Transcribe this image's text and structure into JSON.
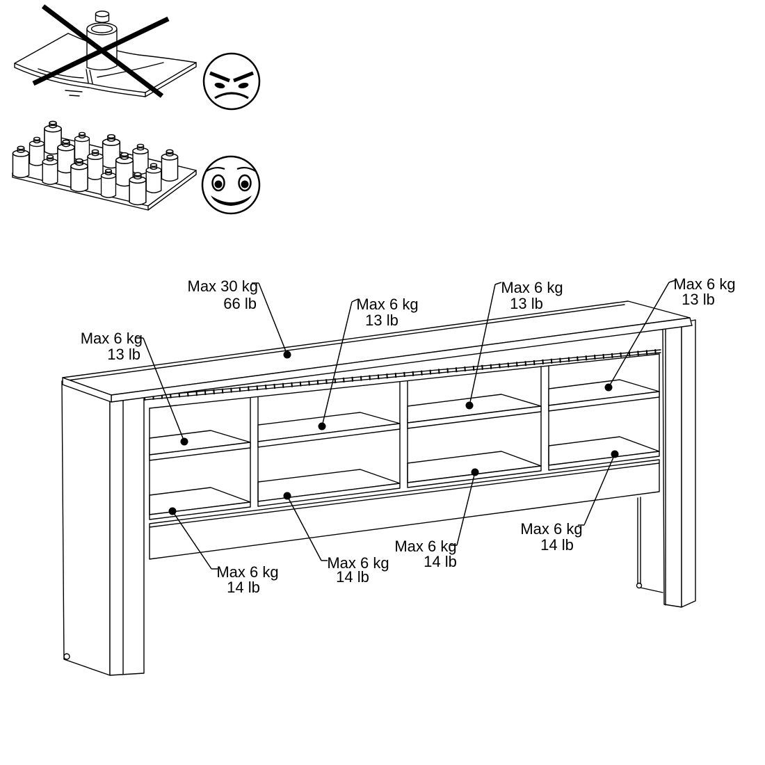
{
  "page": {
    "background": "#ffffff",
    "ink": "#000000"
  },
  "warning_section": {
    "incorrect_example": {
      "symbol": "angry-face",
      "pictogram": "single-heavy-weight-bending-shelf",
      "crossed_out": true
    },
    "correct_example": {
      "symbol": "happy-face",
      "pictogram": "many-small-weights-distributed-on-shelf",
      "crossed_out": false
    }
  },
  "callouts": [
    {
      "id": "top-panel",
      "line1": "Max 30 kg",
      "line2": "66 lb"
    },
    {
      "id": "upper-shelf-1",
      "line1": "Max 6 kg",
      "line2": "13 lb"
    },
    {
      "id": "upper-shelf-2",
      "line1": "Max 6 kg",
      "line2": "13 lb"
    },
    {
      "id": "upper-shelf-3",
      "line1": "Max 6 kg",
      "line2": "13 lb"
    },
    {
      "id": "upper-shelf-4",
      "line1": "Max 6 kg",
      "line2": "13 lb"
    },
    {
      "id": "lower-shelf-1",
      "line1": "Max 6 kg",
      "line2": "14 lb"
    },
    {
      "id": "lower-shelf-2",
      "line1": "Max 6 kg",
      "line2": "14 lb"
    },
    {
      "id": "lower-shelf-3",
      "line1": "Max 6 kg",
      "line2": "14 lb"
    },
    {
      "id": "lower-shelf-4",
      "line1": "Max 6 kg",
      "line2": "14 lb"
    }
  ]
}
